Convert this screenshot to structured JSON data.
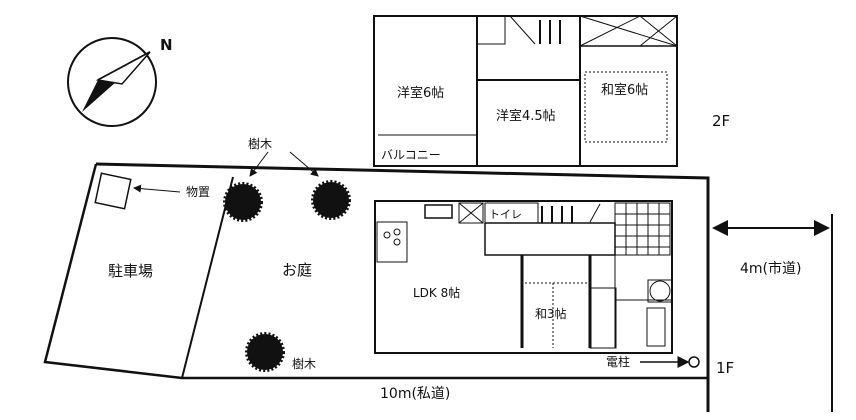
{
  "compass": {
    "north_label": "N"
  },
  "floor2": {
    "label": "2F",
    "rooms": {
      "western6": "洋室6帖",
      "western45": "洋室4.5帖",
      "japanese6": "和室6帖",
      "balcony": "バルコニー"
    }
  },
  "floor1": {
    "label": "1F",
    "rooms": {
      "ldk": "LDK 8帖",
      "japanese3": "和3帖",
      "toilet": "トイレ"
    }
  },
  "site": {
    "tree_label_top": "樹木",
    "tree_label_bottom": "樹木",
    "storage": "物置",
    "parking": "駐車場",
    "garden": "お庭",
    "utility_pole": "電柱",
    "private_road": "10m(私道)",
    "city_road": "4m(市道)"
  }
}
